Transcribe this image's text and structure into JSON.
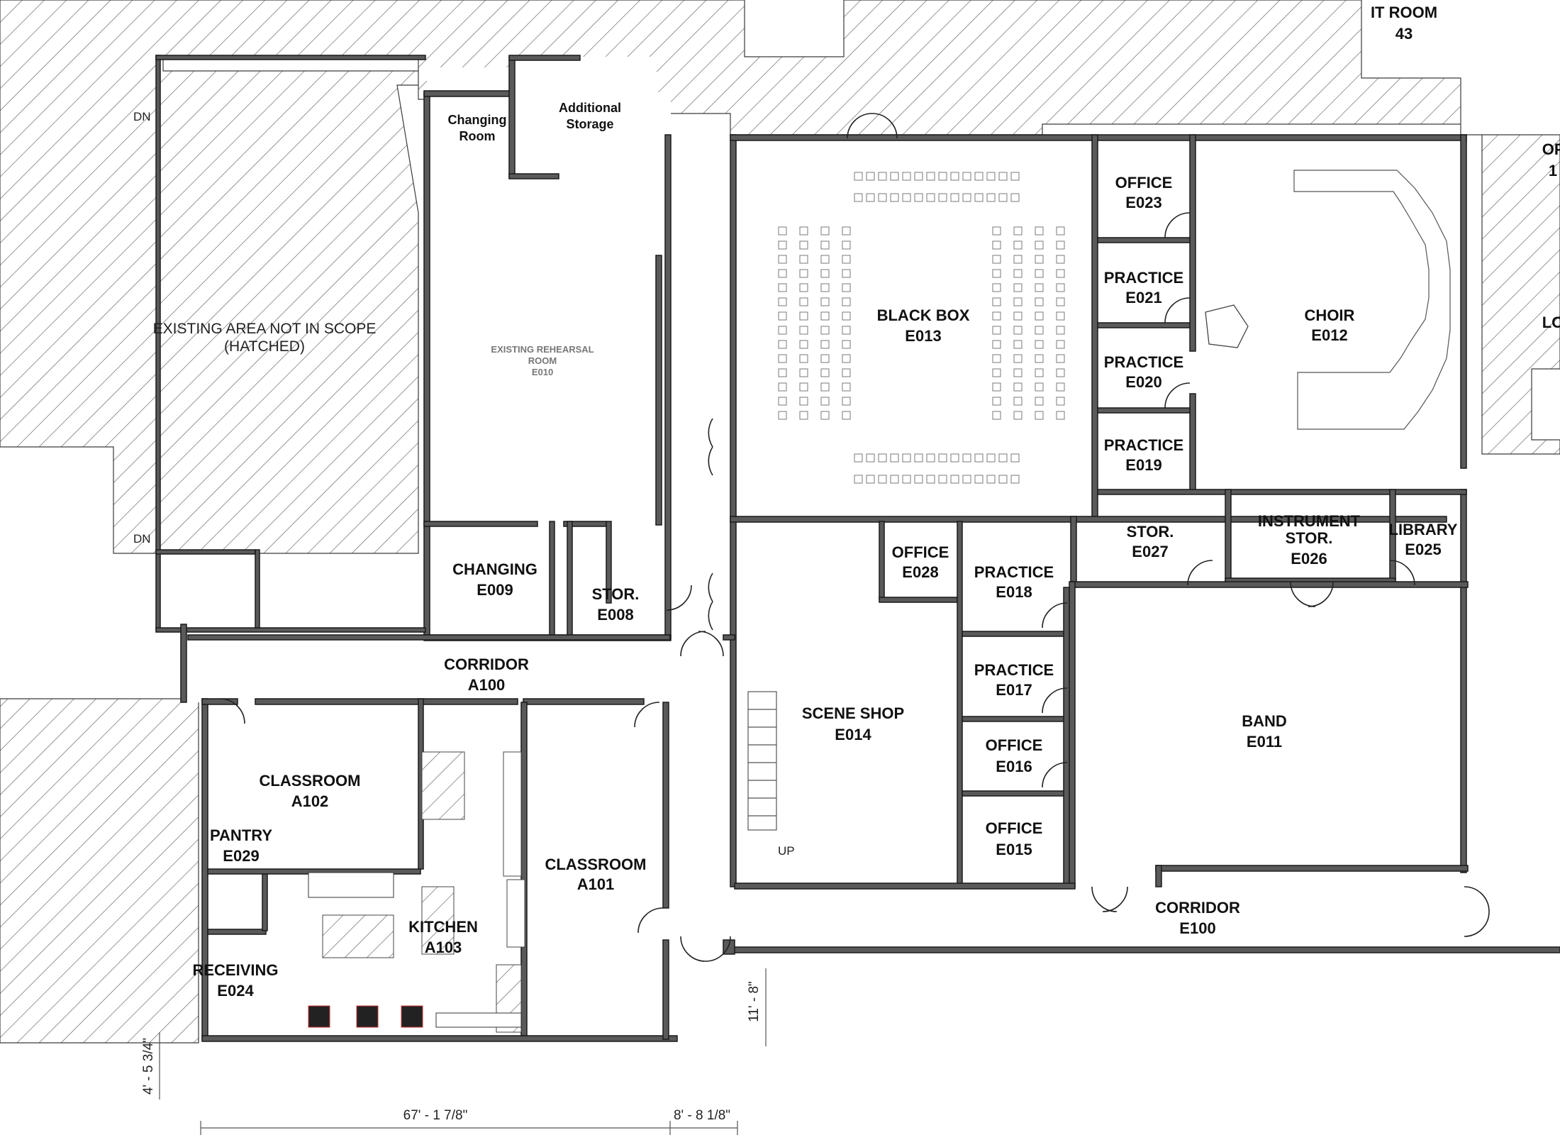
{
  "scope_note": {
    "line1": "EXISTING AREA NOT IN SCOPE",
    "line2": "(HATCHED)"
  },
  "stairs": {
    "down_label": "DN",
    "up_label": "UP"
  },
  "rooms": {
    "it_room": {
      "name": "IT ROOM",
      "number": "43"
    },
    "changing_room": {
      "line1": "Changing",
      "line2": "Room"
    },
    "additional_storage": {
      "line1": "Additional",
      "line2": "Storage"
    },
    "rehearsal": {
      "line1": "EXISTING REHEARSAL",
      "line2": "ROOM",
      "number": "E010"
    },
    "black_box": {
      "name": "BLACK BOX",
      "number": "E013"
    },
    "office_e023": {
      "name": "OFFICE",
      "number": "E023"
    },
    "practice_e021": {
      "name": "PRACTICE",
      "number": "E021"
    },
    "practice_e020": {
      "name": "PRACTICE",
      "number": "E020"
    },
    "practice_e019": {
      "name": "PRACTICE",
      "number": "E019"
    },
    "choir": {
      "name": "CHOIR",
      "number": "E012"
    },
    "changing_e009": {
      "name": "CHANGING",
      "number": "E009"
    },
    "stor_e008": {
      "name": "STOR.",
      "number": "E008"
    },
    "office_e028": {
      "name": "OFFICE",
      "number": "E028"
    },
    "practice_e018": {
      "name": "PRACTICE",
      "number": "E018"
    },
    "stor_e027": {
      "name": "STOR.",
      "number": "E027"
    },
    "instrument_stor": {
      "line1": "INSTRUMENT",
      "line2": "STOR.",
      "number": "E026"
    },
    "library": {
      "name": "LIBRARY",
      "number": "E025"
    },
    "corridor_a100": {
      "name": "CORRIDOR",
      "number": "A100"
    },
    "scene_shop": {
      "name": "SCENE SHOP",
      "number": "E014"
    },
    "practice_e017": {
      "name": "PRACTICE",
      "number": "E017"
    },
    "office_e016": {
      "name": "OFFICE",
      "number": "E016"
    },
    "office_e015": {
      "name": "OFFICE",
      "number": "E015"
    },
    "band": {
      "name": "BAND",
      "number": "E011"
    },
    "classroom_a102": {
      "name": "CLASSROOM",
      "number": "A102"
    },
    "pantry": {
      "name": "PANTRY",
      "number": "E029"
    },
    "classroom_a101": {
      "name": "CLASSROOM",
      "number": "A101"
    },
    "kitchen": {
      "name": "KITCHEN",
      "number": "A103"
    },
    "receiving": {
      "name": "RECEIVING",
      "number": "E024"
    },
    "corridor_e100": {
      "name": "CORRIDOR",
      "number": "E100"
    },
    "edge_office": {
      "line1": "OF",
      "line2": "1"
    },
    "edge_lo": {
      "name": "LO"
    }
  },
  "dimensions": {
    "vertical_left": "4' - 5 3/4\"",
    "width_main": "67' - 1 7/8\"",
    "width_right": "8' - 8 1/8\"",
    "vertical_right": "11' - 8\""
  }
}
